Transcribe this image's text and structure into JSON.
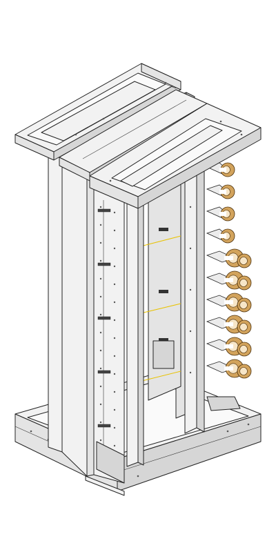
{
  "figure": {
    "subject": "cable-management-rack",
    "colors": {
      "background": "#ffffff",
      "frame": "#f2f2f2",
      "outline": "#222222",
      "cable_bracket": "#d2a35c",
      "bracket_inner": "#f7e6c8",
      "guide_line": "#e8c200"
    },
    "component_counts": {
      "cable_brackets": 10,
      "vertical_uprights": 4
    }
  }
}
